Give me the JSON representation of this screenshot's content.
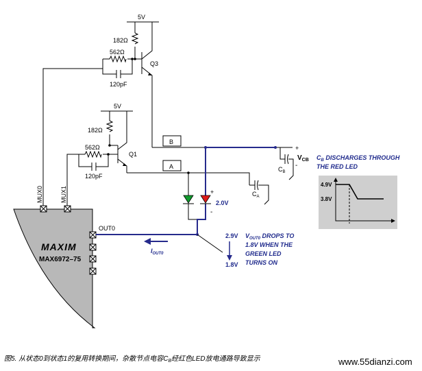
{
  "supply": {
    "top": "5V",
    "mid": "5V"
  },
  "resistors": {
    "r_top": "182Ω",
    "r_top_base": "562Ω",
    "r_mid": "182Ω",
    "r_mid_base": "562Ω"
  },
  "capacitors": {
    "c_top": "120pF",
    "c_mid": "120pF"
  },
  "transistors": {
    "q3": "Q3",
    "q1": "Q1"
  },
  "boxes": {
    "b": "B",
    "a": "A"
  },
  "mux": {
    "mux0": "MUX0",
    "mux1": "MUX1"
  },
  "chip": {
    "out0": "OUT0",
    "name": "MAX6972–75",
    "logo": "MAXIM"
  },
  "vcb": {
    "label": "V",
    "sub": "CB",
    "plus": "+",
    "minus": "-"
  },
  "cb": {
    "label": "C",
    "sub": "B"
  },
  "ca": {
    "label": "C",
    "sub": "A"
  },
  "led": {
    "plus": "+",
    "minus": "-",
    "voltage": "2.0V"
  },
  "annotation_discharge": {
    "line1_prefix": "C",
    "line1_sub": "B",
    "line1_rest": " DISCHARGES THROUGH",
    "line2": "THE RED LED"
  },
  "annotation_vout": {
    "line1_prefix": "V",
    "line1_sub": "OUT0",
    "line1_rest": " DROPS TO",
    "line2": "1.8V WHEN THE",
    "line3": "GREEN LED",
    "line4": "TURNS ON",
    "v_high": "2.9V",
    "v_low": "1.8V"
  },
  "iout": {
    "label": "I",
    "sub": "OUT0"
  },
  "graph": {
    "level_high": "4.9V",
    "level_low": "3.8V"
  },
  "caption": "图5. 从状态0到状态1的复用转换期间，杂散节点电容C",
  "caption_sub": "B",
  "caption_rest": "经红色LED放电通路导致显示",
  "watermark": "www.55dianzi.com",
  "colors": {
    "wire_blue": "#262a8c",
    "chip_gray": "#b8b8b8",
    "panel_gray": "#cfcfcf",
    "led_green": "#119a2d",
    "led_red": "#dd1b1b"
  }
}
